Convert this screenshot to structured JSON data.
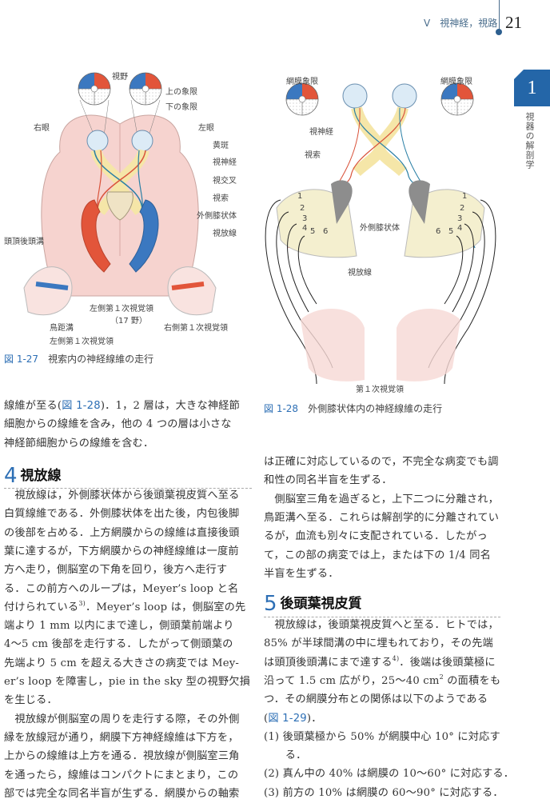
{
  "header": {
    "section": "V　視神経，視路",
    "page_number": "21"
  },
  "chapter_tab": {
    "number": "1",
    "title": "視器の解剖学"
  },
  "colors": {
    "accent": "#2d6fb5",
    "tab": "#2466a8",
    "red_quadrant": "#e2553a",
    "blue_quadrant": "#3b78c0"
  },
  "figure_27": {
    "labels": {
      "visual_field": "視野",
      "upper_quadrant": "上の象限",
      "lower_quadrant": "下の象限",
      "right_eye": "右眼",
      "left_eye": "左眼",
      "macula": "黄斑",
      "optic_nerve": "視神経",
      "chiasm": "視交叉",
      "optic_tract": "視索",
      "lgn": "外側膝状体",
      "radiation": "視放線",
      "parieto_occipital": "頭頂後頭溝",
      "left_v1": "左側第１次視覚領",
      "area17": "（17 野）",
      "right_v1": "右側第１次視覚領",
      "calcarine": "鳥距溝",
      "left_v1_b": "左側第１次視覚領"
    },
    "caption_no": "図 1-27",
    "caption": "視索内の神経線維の走行"
  },
  "figure_28": {
    "labels": {
      "retina_left": "網膜象限",
      "retina_right": "網膜象限",
      "optic_nerve": "視神経",
      "optic_tract": "視索",
      "lgn": "外側膝状体",
      "radiation": "視放線",
      "v1": "第１次視覚領",
      "layers": [
        "1",
        "2",
        "3",
        "4",
        "5",
        "6"
      ]
    },
    "caption_no": "図 1-28",
    "caption": "外側膝状体内の神経線維の走行"
  },
  "left_column": {
    "intro": [
      [
        {
          "t": "線維が至る("
        },
        {
          "t": "図 1-28",
          "k": "ref"
        },
        {
          "t": ")．1，2 層は，大きな神経節"
        }
      ],
      "細胞からの線維を含み，他の 4 つの層は小さな",
      "神経節細胞からの線維を含む．"
    ],
    "section4": {
      "number": "4",
      "title": "視放線"
    },
    "body": [
      "　視放線は，外側膝状体から後頭葉視皮質へ至る",
      "白質線維である．外側膝状体を出た後，内包後脚",
      "の後部を占める．上方網膜からの線維は直接後頭",
      "葉に達するが，下方網膜からの神経線維は一度前",
      "方へ走り，側脳室の下角を回り，後方へ走行す",
      "る．この前方へのループは，Meyer’s loop と名",
      [
        {
          "t": "付けられている"
        },
        {
          "t": "3)",
          "k": "sup"
        },
        {
          "t": "．Meyer’s loop は，側脳室の先"
        }
      ],
      "端より 1 mm 以内にまで達し，側頭葉前端より",
      "4〜5 cm 後部を走行する．したがって側頭葉の",
      "先端より 5 cm を超える大きさの病変では Mey-",
      "er’s loop を障害し，pie in the sky 型の視野欠損",
      "を生じる．",
      "　視放線が側脳室の周りを走行する際，その外側",
      "縁を放線冠が通り，網膜下方神経線維は下方を，",
      "上からの線維は上方を通る．視放線が側脳室三角",
      "を通ったら，線維はコンパクトにまとまり，この",
      "部では完全な同名半盲が生ずる．網膜からの軸索"
    ]
  },
  "right_column": {
    "intro": [
      "は正確に対応しているので，不完全な病変でも調",
      "和性の同名半盲を生ずる．",
      "　側脳室三角を過ぎると，上下二つに分離され，",
      "鳥距溝へ至る．これらは解剖学的に分離されてい",
      "るが，血流も別々に支配されている．したがっ",
      "て，この部の病変では上，または下の 1/4 同名",
      "半盲を生ずる．"
    ],
    "section5": {
      "number": "5",
      "title": "後頭葉視皮質"
    },
    "body": [
      "　視放線は，後頭葉視皮質へと至る．ヒトでは，",
      "85% が半球間溝の中に埋もれており，その先端",
      [
        {
          "t": "は頭頂後頭溝にまで達する"
        },
        {
          "t": "4)",
          "k": "sup"
        },
        {
          "t": "．後端は後頭葉極に"
        }
      ],
      [
        {
          "t": "沿って 1.5 cm 広がり，25〜40 cm"
        },
        {
          "t": "2",
          "k": "sup"
        },
        {
          "t": " の面積をも"
        }
      ],
      "つ．その網膜分布との関係は以下のようである",
      [
        {
          "t": "("
        },
        {
          "t": "図 1-29",
          "k": "ref"
        },
        {
          "t": ")．"
        }
      ],
      "(1) 後頭葉極から 50% が網膜中心 10° に対応す",
      "　　る．",
      "(2) 真ん中の 40% は網膜の 10〜60° に対応する．",
      "(3) 前方の 10% は網膜の 60〜90° に対応する．"
    ]
  }
}
